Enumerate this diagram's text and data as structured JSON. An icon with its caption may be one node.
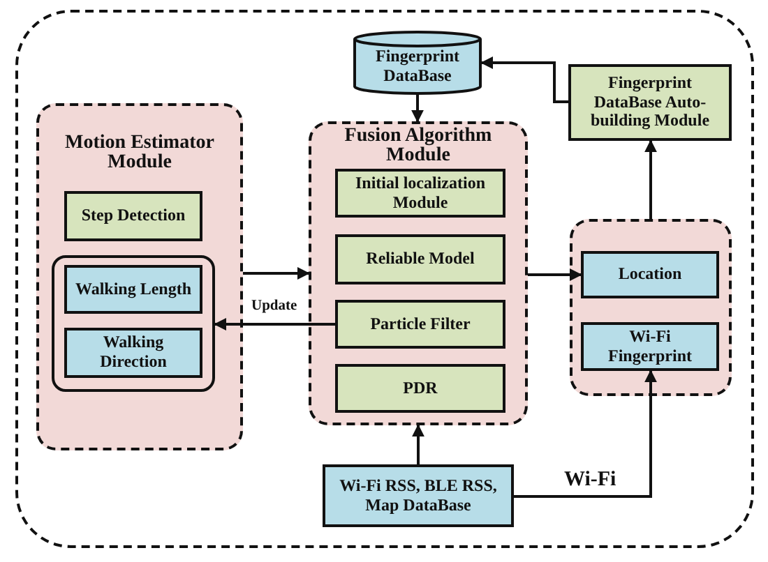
{
  "diagram": {
    "nodes": [
      {
        "text": [],
        "shape": "box"
      },
      {
        "text": [
          "Fingerprint DataBase"
        ],
        "in": 0
      },
      {
        "text": [
          "Fingerprint DataBase Auto-building Module"
        ],
        "in": 0
      },
      {
        "text": [
          "Motion Estimator Module"
        ],
        "in": 0
      },
      {
        "text": [
          "Step Detection"
        ],
        "in": 3
      },
      {
        "text": [],
        "shape": "box",
        "in": 3
      },
      {
        "text": [
          "Walking Length"
        ],
        "in": 5
      },
      {
        "text": [
          "Walking Direction"
        ],
        "in": 5
      },
      {
        "text": [
          "Fusion Algorithm Module"
        ],
        "in": 0
      },
      {
        "text": [
          "Initial localization Module"
        ],
        "in": 8
      },
      {
        "text": [
          "Reliable Model"
        ],
        "in": 8
      },
      {
        "text": [
          "Particle Filter"
        ],
        "in": 8
      },
      {
        "text": [
          "PDR"
        ],
        "in": 8
      },
      {
        "text": [],
        "shape": "box",
        "in": 0
      },
      {
        "text": [
          "Location"
        ],
        "in": 13
      },
      {
        "text": [
          "Wi-Fi Fingerprint"
        ],
        "in": 13
      },
      {
        "text": [
          "Wi-Fi RSS, BLE RSS, Map DataBase"
        ],
        "in": 0
      }
    ],
    "edges": [
      {
        "from": 1,
        "to": 8,
        "arrow": "to"
      },
      {
        "from": 2,
        "to": 1,
        "arrow": "to"
      },
      {
        "from": 3,
        "to": 8,
        "arrow": "to"
      },
      {
        "from": 11,
        "to": 5,
        "arrow": "to",
        "label": "Update"
      },
      {
        "from": 8,
        "to": 14,
        "arrow": "to"
      },
      {
        "from": 13,
        "to": 2,
        "arrow": "to"
      },
      {
        "from": 16,
        "to": 8,
        "arrow": "to"
      },
      {
        "from": 16,
        "to": 15,
        "arrow": "to",
        "label": "Wi-Fi"
      }
    ]
  }
}
